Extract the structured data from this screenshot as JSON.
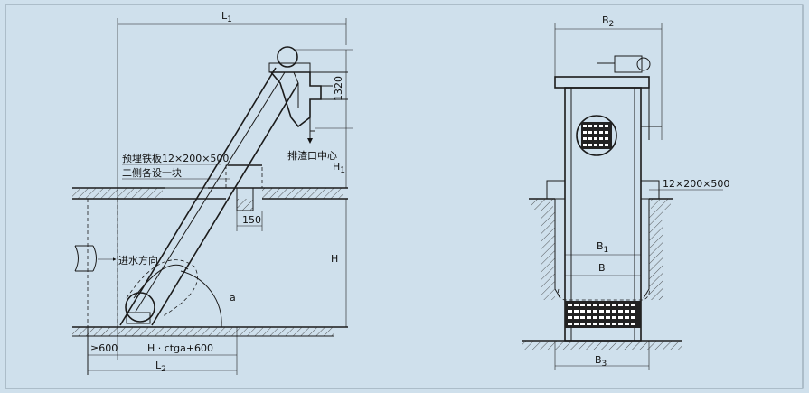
{
  "side_view": {
    "L1": "L",
    "L1_sub": "1",
    "L2": "L",
    "L2_sub": "2",
    "dim_1320": "1320",
    "dim_150": "150",
    "H1": "H",
    "H1_sub": "1",
    "H": "H",
    "min_600": "≥600",
    "h_formula": "H · ctga+600",
    "angle": "a",
    "embed_plate": "预埋铁板12×200×500",
    "both_sides": "二侧各设一块",
    "outlet_center": "排渣口中心",
    "inflow": "进水方向"
  },
  "front_view": {
    "B2": "B",
    "B2_sub": "2",
    "plate_dim": "12×200×500",
    "B1": "B",
    "B1_sub": "1",
    "B": "B",
    "B3": "B",
    "B3_sub": "3"
  }
}
